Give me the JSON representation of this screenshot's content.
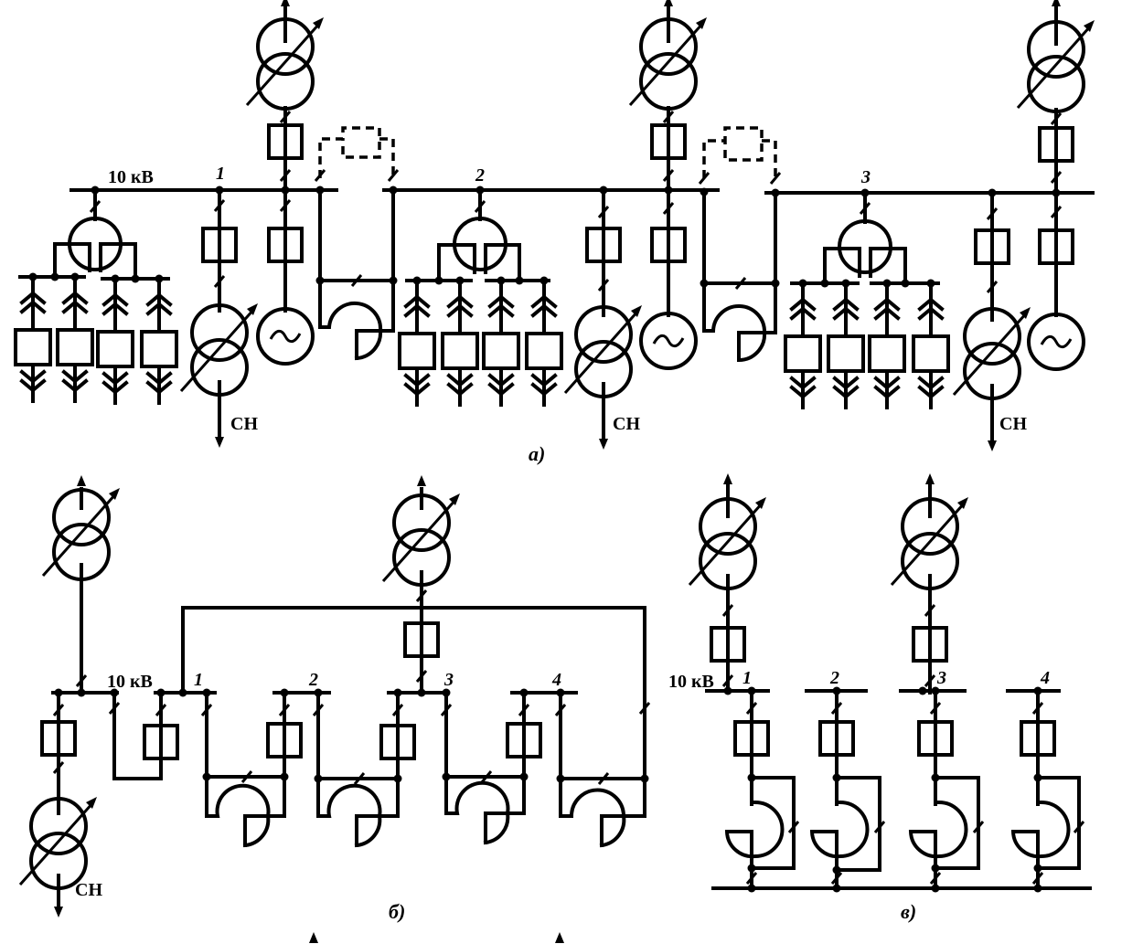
{
  "diagram": {
    "type": "electrical single-line schematics",
    "color": "#000000",
    "labels": {
      "voltage": "10 кВ",
      "aux_supply": "СН"
    },
    "panel_a": {
      "caption": "а)",
      "sections": [
        "1",
        "2",
        "3"
      ],
      "voltage_label": "10 кВ",
      "aux_labels": [
        "СН",
        "СН",
        "СН"
      ]
    },
    "panel_b": {
      "caption": "б)",
      "sections": [
        "1",
        "2",
        "3",
        "4"
      ],
      "voltage_label": "10 кВ",
      "aux_label": "СН"
    },
    "panel_c": {
      "caption": "в)",
      "sections": [
        "1",
        "2",
        "3",
        "4"
      ],
      "voltage_label": "10 кВ"
    }
  }
}
